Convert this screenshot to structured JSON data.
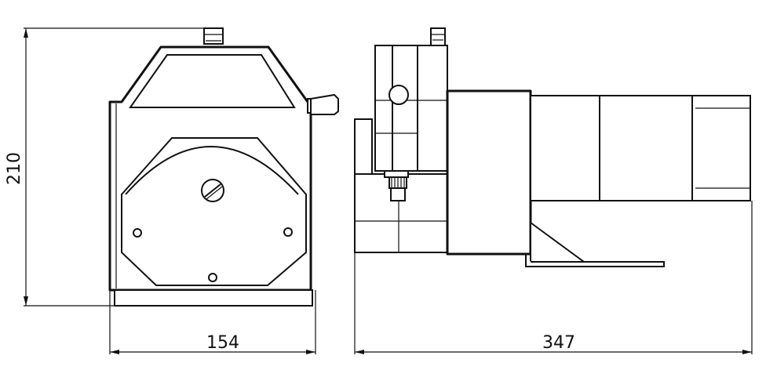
{
  "dimensions": {
    "height": "210",
    "width_front": "154",
    "length_side": "347"
  },
  "colors": {
    "line": "#111111",
    "background": "#ffffff"
  }
}
